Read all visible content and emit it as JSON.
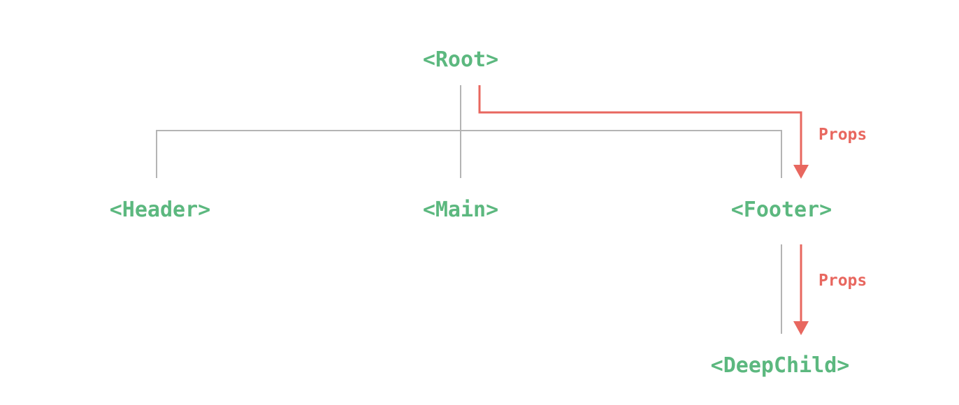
{
  "nodes": {
    "root": "<Root>",
    "header": "<Header>",
    "main": "<Main>",
    "footer": "<Footer>",
    "deep_child": "<DeepChild>"
  },
  "props_labels": {
    "root_to_footer": "Props",
    "footer_to_deep_child": "Props"
  },
  "colors": {
    "node_text": "#5cb87f",
    "props": "#e8675f",
    "tree_lines": "#b4b4b4",
    "background": "#ffffff"
  }
}
